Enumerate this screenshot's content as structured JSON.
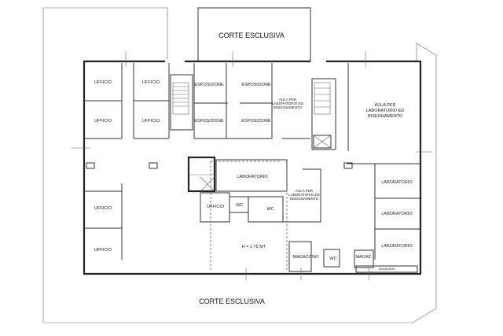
{
  "court_top": "CORTE ESCLUSIVA",
  "court_bottom": "CORTE ESCLUSIVA",
  "rooms": {
    "ufficio_1": "UFFICIO",
    "ufficio_2": "UFFICIO",
    "ufficio_3": "UFFICIO",
    "ufficio_4": "UFFICIO",
    "ufficio_5": "UFFICIO",
    "ufficio_6": "UFFICIO",
    "ufficio_7": "UFFICIO",
    "esposizione_1": "ESPOSIZIONE",
    "esposizione_2": "ESPOSIZIONE",
    "esposizione_3": "ESPOSIZIONE",
    "esposizione_4": "ESPOSIZIONE",
    "aula_1": [
      "AULA PER",
      "LABORATORIO ED",
      "INSEGNAMENTO"
    ],
    "aula_2": [
      "AULA PER",
      "LABORATORIO ED",
      "INSEGNAMENTO"
    ],
    "aula_3": [
      "AULA PER",
      "LABORATORIO ED",
      "INSEGNAMENTO"
    ],
    "laboratorio_1": "LABORATORIO",
    "laboratorio_2": "LABORATORIO",
    "laboratorio_3": "LABORATORIO",
    "laboratorio_4": "LABORATORIO",
    "wc_1": "WC",
    "wc_2": "WC",
    "wc_3": "WC",
    "magazzino": "MAGAZZINO",
    "magaz": "MAGAZ.",
    "magazzino_small": "MAGAZZINO"
  },
  "height_note": "H = 2,75 MT"
}
